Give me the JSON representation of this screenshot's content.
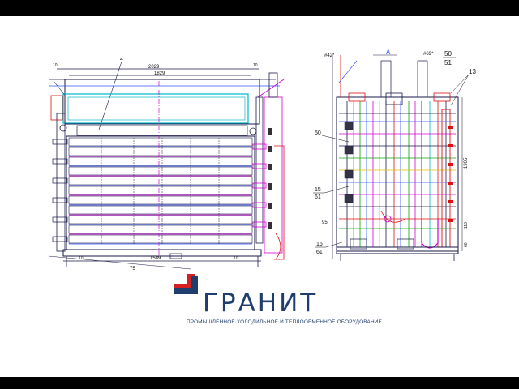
{
  "colors": {
    "page_background": "#000000",
    "drawing_background": "#ffffff",
    "frame_lines": "#1a1a4a",
    "blue_lines": "#3355ff",
    "magenta_lines": "#d400d4",
    "red_lines": "#e01010",
    "cyan_lines": "#00b8c8",
    "green_lines": "#10a010",
    "yellow_lines": "#e0c000",
    "brand_blue": "#1f3e6e",
    "brand_red": "#d42020"
  },
  "front_view": {
    "callout_top": "4",
    "dim_top_overall": "2029",
    "dim_top_inner": "1829",
    "dim_side_small_left": "10",
    "dim_side_small_right": "10",
    "dim_bottom": "1589",
    "dim_bottom_left": "10",
    "dim_bottom_right": "10",
    "dim_bottom_partial": "75"
  },
  "side_view": {
    "label_top_left": "#42*",
    "label_section": "A",
    "label_top_mid": "#69*",
    "callout_50": "50",
    "callout_51": "51",
    "callout_13": "13",
    "callout_left_50": "50",
    "callout_15": "15",
    "callout_61a": "61",
    "callout_95": "95",
    "callout_16": "16",
    "callout_61b": "61",
    "dim_height": "1905",
    "dim_right_110": "110",
    "dim_right_60": "60"
  },
  "logo": {
    "brand": "ГРАНИТ",
    "tagline": "ПРОМЫШЛЕННОЕ ХОЛОДИЛЬНОЕ И ТЕПЛООБМЕННОЕ ОБОРУДОВАНИЕ",
    "mark_icon": "granite-logo-mark-icon"
  }
}
